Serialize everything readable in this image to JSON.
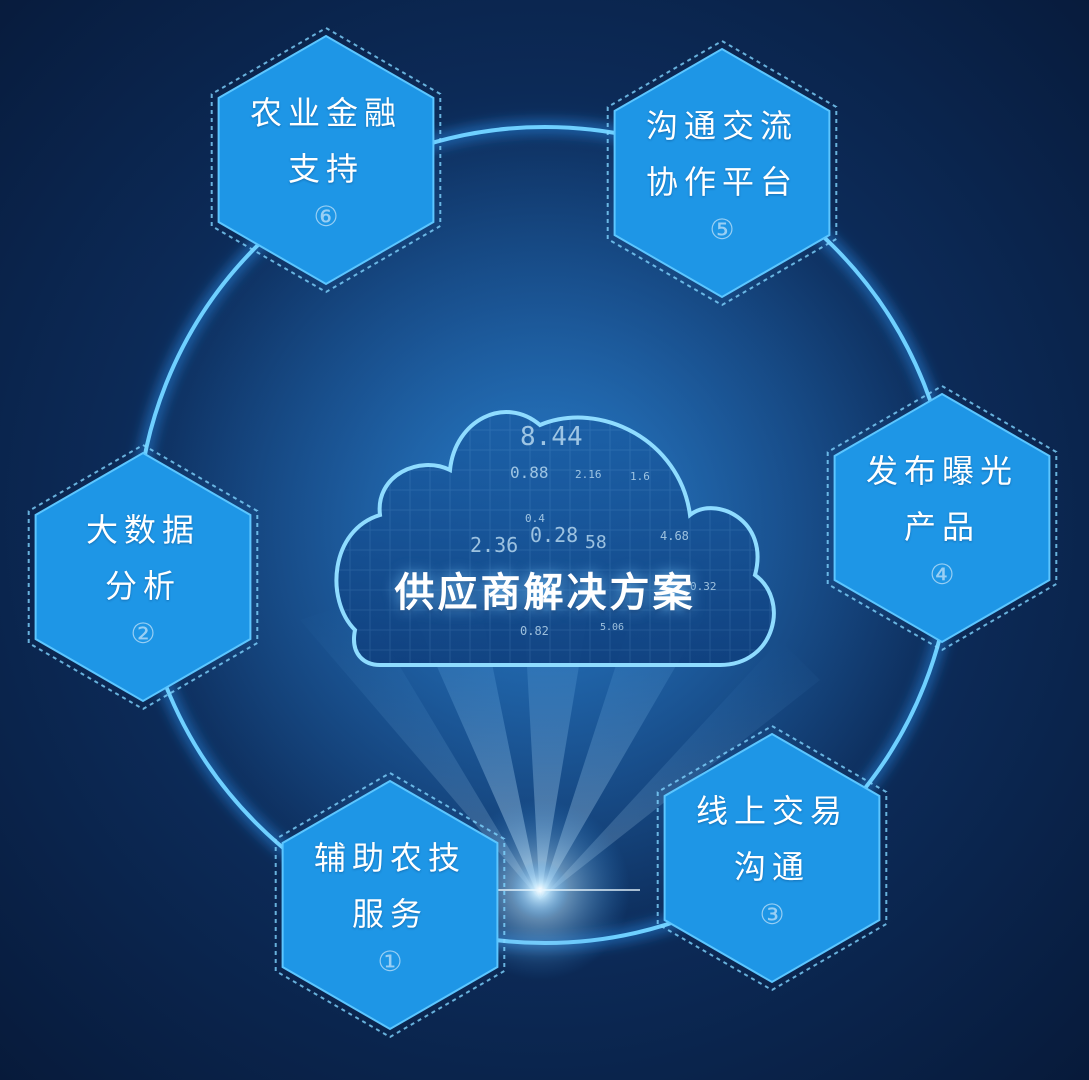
{
  "center": {
    "title": "供应商解决方案",
    "cloud_numbers": [
      "8.44",
      "0.88",
      "2.16",
      "1.6",
      "0.4",
      "2.36",
      "0.28",
      "58",
      "0.82",
      "4.68",
      "5.06",
      "0.32"
    ]
  },
  "nodes": [
    {
      "id": "agri-finance",
      "lines": [
        "农业金融",
        "支持"
      ],
      "number": "⑥"
    },
    {
      "id": "communication",
      "lines": [
        "沟通交流",
        "协作平台"
      ],
      "number": "⑤"
    },
    {
      "id": "big-data",
      "lines": [
        "大数据",
        "分析"
      ],
      "number": "②"
    },
    {
      "id": "publish-products",
      "lines": [
        "发布曝光",
        "产品"
      ],
      "number": "④"
    },
    {
      "id": "agri-tech",
      "lines": [
        "辅助农技",
        "服务"
      ],
      "number": "①"
    },
    {
      "id": "online-trade",
      "lines": [
        "线上交易",
        "沟通"
      ],
      "number": "③"
    }
  ],
  "colors": {
    "hex_fill": "#1e96e6",
    "ring": "#4cc0ff",
    "background": "#0c2a57",
    "glow": "#bfe8ff"
  }
}
